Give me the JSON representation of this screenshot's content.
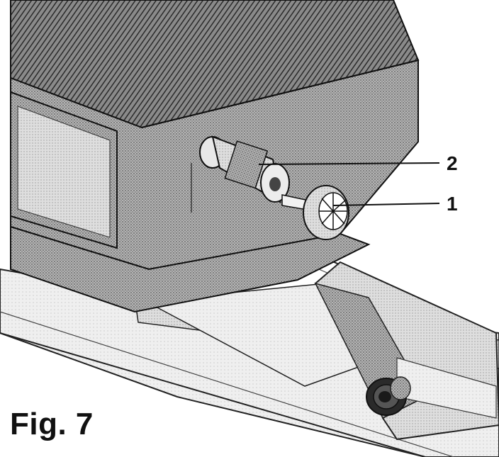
{
  "figure": {
    "label": "Fig. 7",
    "callouts": [
      {
        "text": "2"
      },
      {
        "text": "1"
      }
    ]
  },
  "colors": {
    "ink": "#111111",
    "shade_dark": "#6f6f6f",
    "shade_mid": "#9a9a9a",
    "shade_light": "#cfcfcf",
    "paper": "#ffffff"
  }
}
